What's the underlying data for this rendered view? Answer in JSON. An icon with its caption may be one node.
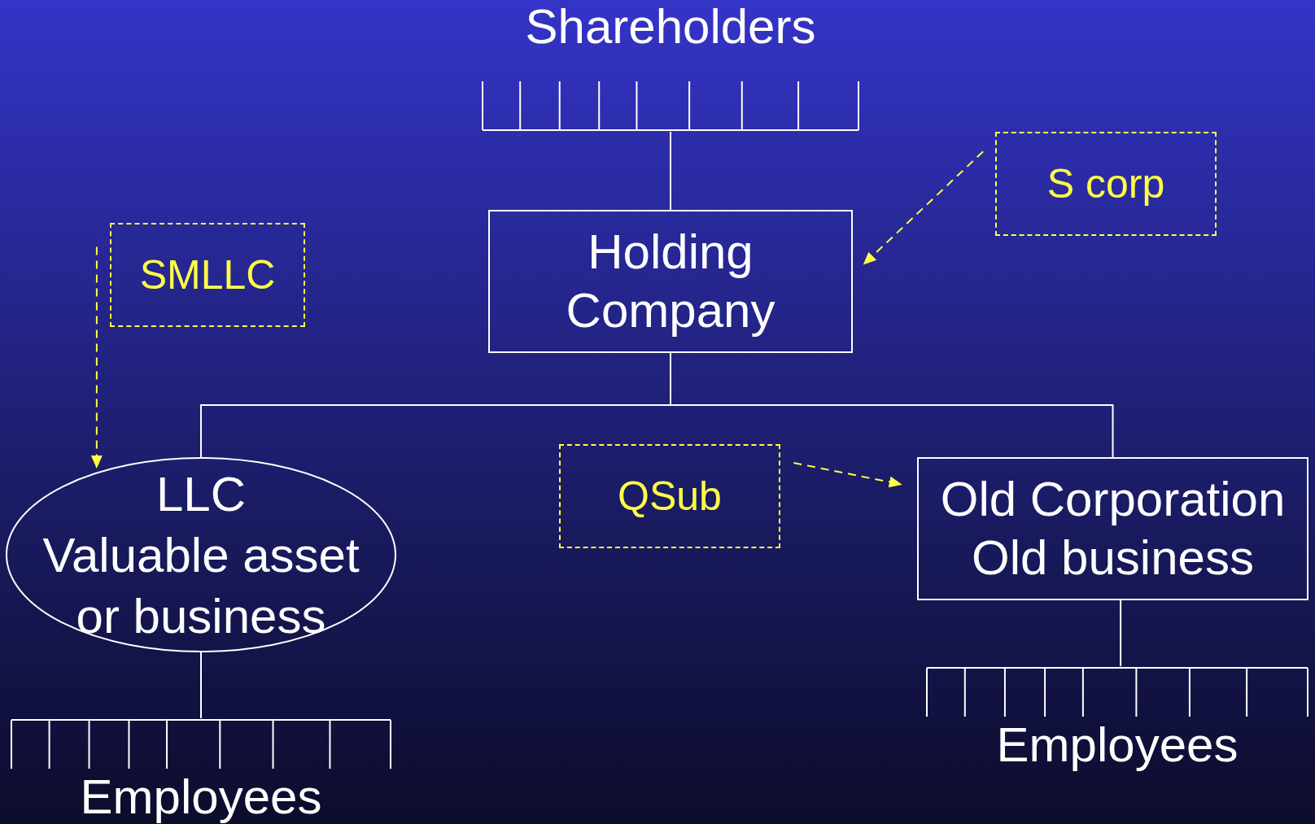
{
  "diagram": {
    "nodes": [
      {
        "text": [
          "Shareholders"
        ]
      },
      {
        "text": [
          "S corp"
        ]
      },
      {
        "text": [
          "Holding Company"
        ]
      },
      {
        "text": [
          "SMLLC"
        ]
      },
      {
        "text": [
          "LLC",
          "Valuable asset or business"
        ]
      },
      {
        "text": [
          "QSub"
        ]
      },
      {
        "text": [
          "Old Corporation",
          "Old business"
        ]
      },
      {
        "text": [
          "Employees"
        ]
      },
      {
        "text": [
          "Employees"
        ]
      }
    ],
    "edges": [
      {
        "from": 0,
        "to": 2,
        "arrow": "none"
      },
      {
        "from": 1,
        "to": 2,
        "arrow": "to",
        "style": "dashed",
        "color": "#ffff44"
      },
      {
        "from": 2,
        "to": 4,
        "arrow": "none"
      },
      {
        "from": 2,
        "to": 6,
        "arrow": "none"
      },
      {
        "from": 3,
        "to": 4,
        "arrow": "to",
        "style": "dashed",
        "color": "#ffff44"
      },
      {
        "from": 5,
        "to": 6,
        "arrow": "to",
        "style": "dashed",
        "color": "#ffff44"
      },
      {
        "from": 4,
        "to": 7,
        "arrow": "none"
      },
      {
        "from": 6,
        "to": 8,
        "arrow": "none"
      }
    ]
  }
}
